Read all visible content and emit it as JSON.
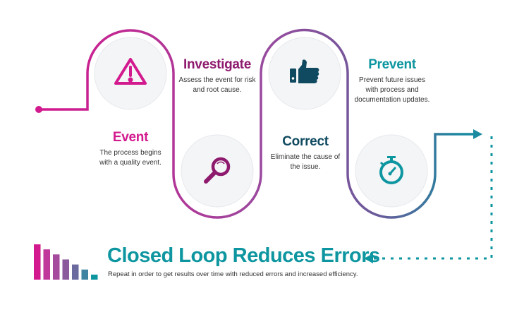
{
  "steps": [
    {
      "title": "Event",
      "description": [
        "The process begins",
        "with a quality event."
      ],
      "icon": "warning-icon",
      "color": "#d21a8e"
    },
    {
      "title": "Investigate",
      "description": [
        "Assess the event for risk",
        "and root cause."
      ],
      "icon": "magnifier-icon",
      "color": "#8e1a6e"
    },
    {
      "title": "Correct",
      "description": [
        "Eliminate the cause of",
        "the issue."
      ],
      "icon": "thumbs-up-icon",
      "color": "#0f4a60"
    },
    {
      "title": "Prevent",
      "description": [
        "Prevent future issues",
        "with process and",
        "documentation updates."
      ],
      "icon": "stopwatch-icon",
      "color": "#0e96a0"
    }
  ],
  "footer": {
    "title": "Closed Loop Reduces Errors",
    "subtitle": "Repeat in order to get results over time with reduced errors and increased efficiency.",
    "bar_values": [
      7,
      6,
      5,
      4,
      3,
      2,
      1
    ]
  }
}
